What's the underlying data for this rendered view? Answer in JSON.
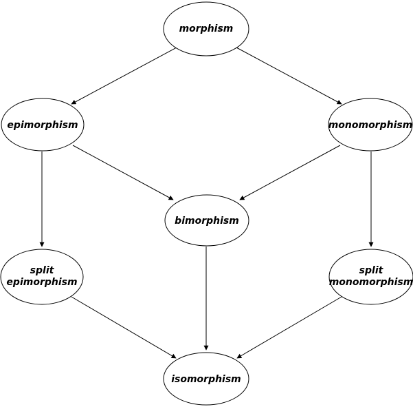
{
  "diagram": {
    "type": "directed-graph",
    "description": "Hierarchy of morphism types with implication arrows",
    "colors": {
      "background": "#ffffff",
      "node_fill": "#ffffff",
      "node_stroke": "#000000",
      "edge_stroke": "#000000",
      "text": "#000000"
    }
  },
  "nodes": [
    {
      "id": "morphism",
      "lines": [
        "morphism"
      ]
    },
    {
      "id": "epimorphism",
      "lines": [
        "epimorphism"
      ]
    },
    {
      "id": "monomorphism",
      "lines": [
        "monomorphism"
      ]
    },
    {
      "id": "bimorphism",
      "lines": [
        "bimorphism"
      ]
    },
    {
      "id": "split-epimorphism",
      "lines": [
        "split",
        "epimorphism"
      ]
    },
    {
      "id": "split-monomorphism",
      "lines": [
        "split",
        "monomorphism"
      ]
    },
    {
      "id": "isomorphism",
      "lines": [
        "isomorphism"
      ]
    }
  ],
  "edges": [
    {
      "from": "morphism",
      "to": "epimorphism"
    },
    {
      "from": "morphism",
      "to": "monomorphism"
    },
    {
      "from": "epimorphism",
      "to": "bimorphism"
    },
    {
      "from": "monomorphism",
      "to": "bimorphism"
    },
    {
      "from": "epimorphism",
      "to": "split-epimorphism"
    },
    {
      "from": "monomorphism",
      "to": "split-monomorphism"
    },
    {
      "from": "split-epimorphism",
      "to": "isomorphism"
    },
    {
      "from": "bimorphism",
      "to": "isomorphism"
    },
    {
      "from": "split-monomorphism",
      "to": "isomorphism"
    }
  ]
}
